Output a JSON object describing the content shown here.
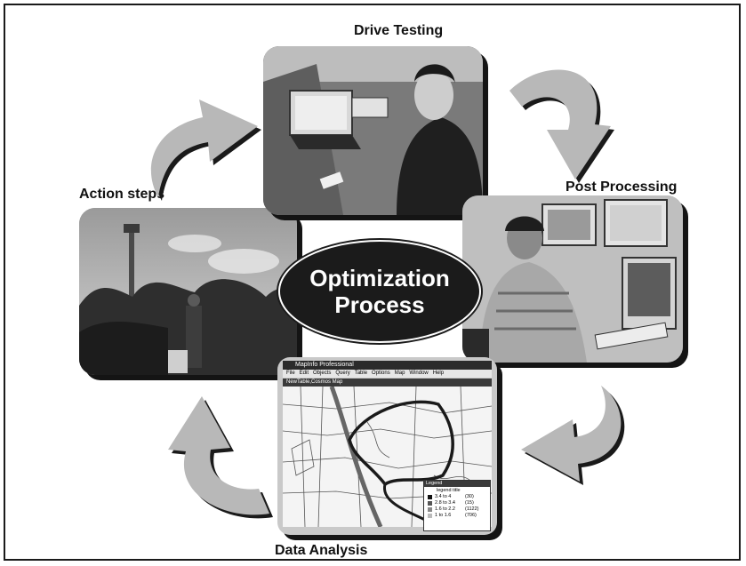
{
  "diagram": {
    "center": {
      "line1": "Optimization",
      "line2": "Process"
    },
    "steps": {
      "drive_testing": "Drive Testing",
      "post_processing": "Post Processing",
      "data_analysis": "Data Analysis",
      "action_steps": "Action steps"
    }
  },
  "screenshot_window": {
    "app_title": "MapInfo Professional",
    "menu": [
      "File",
      "Edit",
      "Objects",
      "Query",
      "Table",
      "Options",
      "Map",
      "Window",
      "Help"
    ],
    "map_window_title": "NewTable,Cosmos Map",
    "legend": {
      "header": "Legend",
      "title": "legend title",
      "rows": [
        {
          "range": "3.4 to 4",
          "count": "(30)"
        },
        {
          "range": "2.8 to 3.4",
          "count": "(15)"
        },
        {
          "range": "1.6 to 2.2",
          "count": "(1122)"
        },
        {
          "range": "1 to 1.6",
          "count": "(706)"
        }
      ]
    }
  },
  "colors": {
    "arrow_fill": "#b8b8b8",
    "arrow_shadow": "#1a1a1a",
    "ellipse": "#1b1b1b"
  }
}
